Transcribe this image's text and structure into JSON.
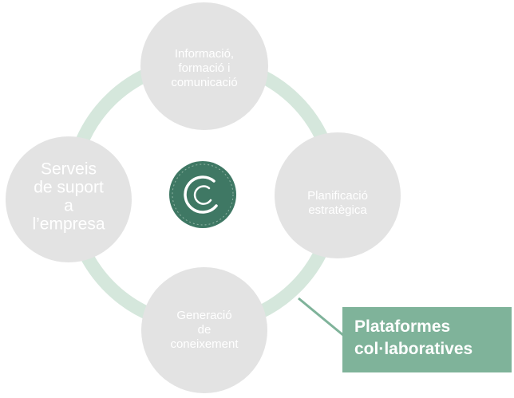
{
  "diagram": {
    "nodes": [
      {
        "id": "top",
        "lines": [
          "Informació,",
          "formació i",
          "comunicació"
        ],
        "size": "small"
      },
      {
        "id": "right",
        "lines": [
          "Planificació",
          "estratègica"
        ],
        "size": "small"
      },
      {
        "id": "bottom",
        "lines": [
          "Generació",
          "de",
          "coneixement"
        ],
        "size": "small"
      },
      {
        "id": "left",
        "lines": [
          "Serveis",
          "de suport",
          "a",
          "l’empresa"
        ],
        "size": "large"
      }
    ],
    "callout": {
      "label": "Plataformes\ncol·laboratives"
    },
    "colors": {
      "circle_fill": "#e3e3e3",
      "ring": "#d5e7dc",
      "accent": "#7fb39a",
      "logo_fill": "#3f7864",
      "node_text": "#ffffff"
    },
    "center_logo": {
      "icon": "organization-logo-icon"
    }
  }
}
